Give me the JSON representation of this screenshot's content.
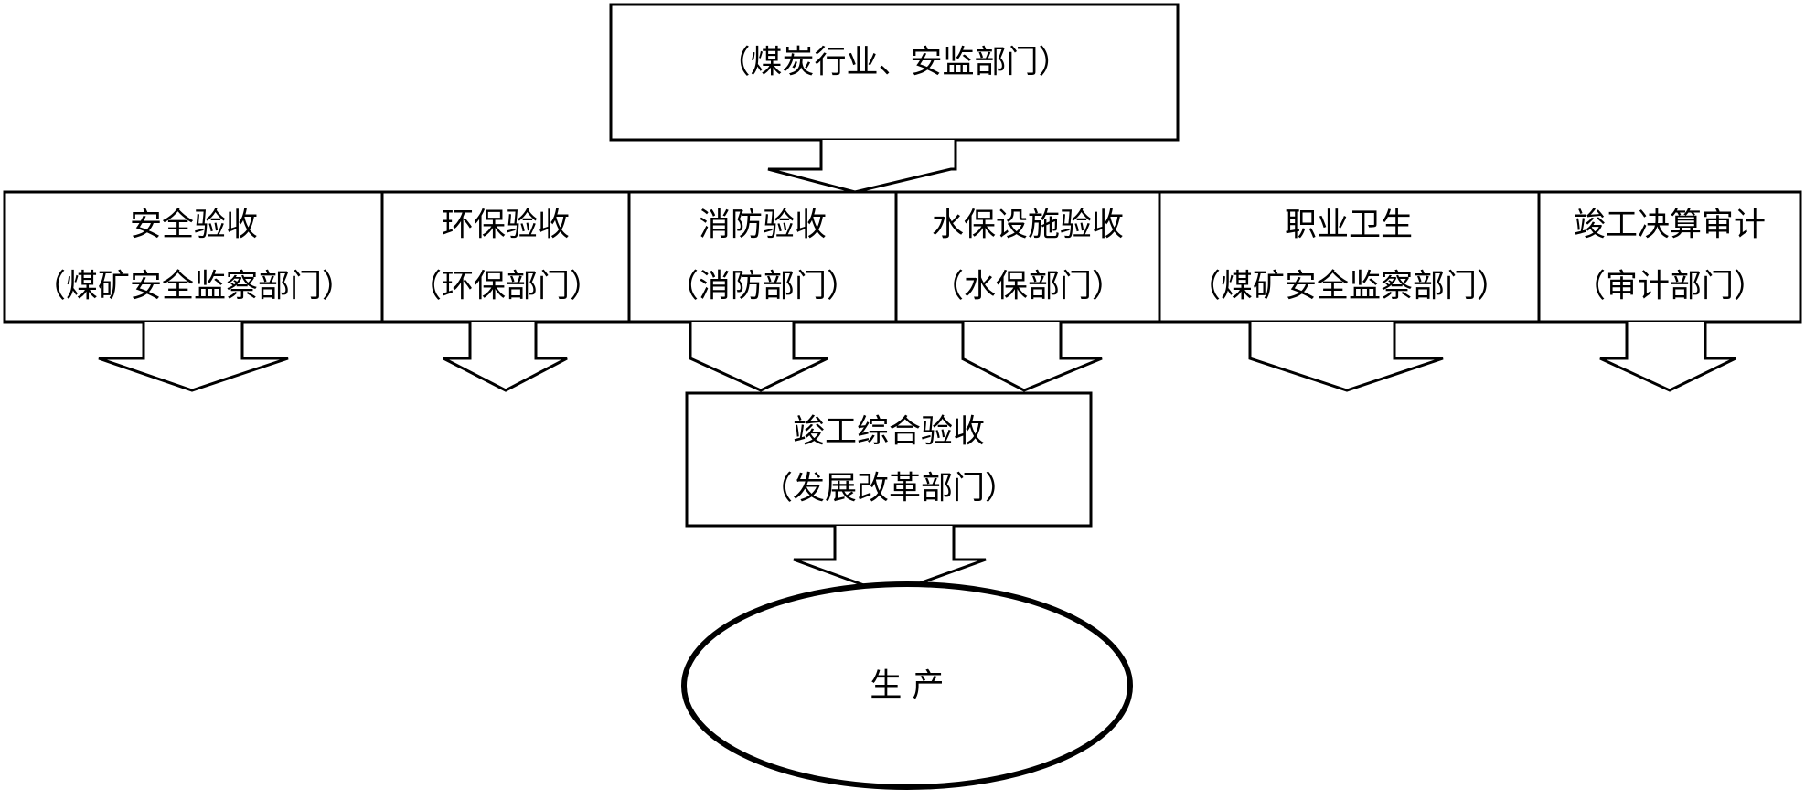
{
  "top_box": {
    "label": "（煤炭行业、安监部门）"
  },
  "acceptance_boxes": [
    {
      "title": "安全验收",
      "department": "（煤矿安全监察部门）"
    },
    {
      "title": "环保验收",
      "department": "（环保部门）"
    },
    {
      "title": "消防验收",
      "department": "（消防部门）"
    },
    {
      "title": "水保设施验收",
      "department": "（水保部门）"
    },
    {
      "title": "职业卫生",
      "department": "（煤矿安全监察部门）"
    },
    {
      "title": "竣工决算审计",
      "department": "（审计部门）"
    }
  ],
  "final_box": {
    "title": "竣工综合验收",
    "department": "（发展改革部门）"
  },
  "end_node": {
    "label": "生 产"
  }
}
